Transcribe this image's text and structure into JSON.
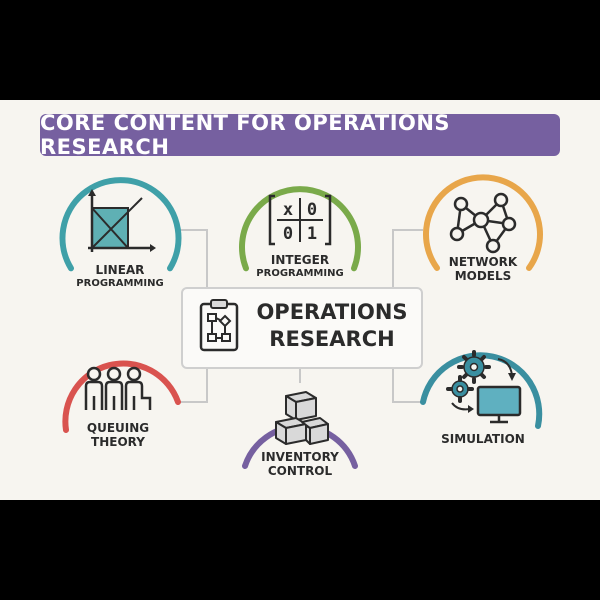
{
  "title": "CORE CONTENT FOR OPERATIONS RESEARCH",
  "center": {
    "label_line1": "OPERATIONS",
    "label_line2": "RESEARCH",
    "icon": "clipboard-flowchart-icon"
  },
  "topics": {
    "linear": {
      "line1": "LINEAR",
      "line2": "PROGRAMMING",
      "color": "#3fa0a8",
      "icon": "linear-graph-icon"
    },
    "integer": {
      "line1": "INTEGER",
      "line2": "PROGRAMMING",
      "color": "#7aaa4a",
      "icon": "binary-matrix-icon",
      "matrix": [
        "x",
        "0",
        "0",
        "1"
      ]
    },
    "network": {
      "line1": "NETWORK",
      "line2": "MODELS",
      "color": "#e8a64a",
      "icon": "network-graph-icon"
    },
    "queuing": {
      "line1": "QUEUING",
      "line2": "THEORY",
      "color": "#d9534f",
      "icon": "people-queue-icon"
    },
    "inventory": {
      "line1": "INVENTORY",
      "line2": "CONTROL",
      "color": "#7660a0",
      "icon": "stacked-boxes-icon"
    },
    "simulation": {
      "line1": "SIMULATION",
      "color": "#3a8fa0",
      "icon": "gears-monitor-icon"
    }
  }
}
